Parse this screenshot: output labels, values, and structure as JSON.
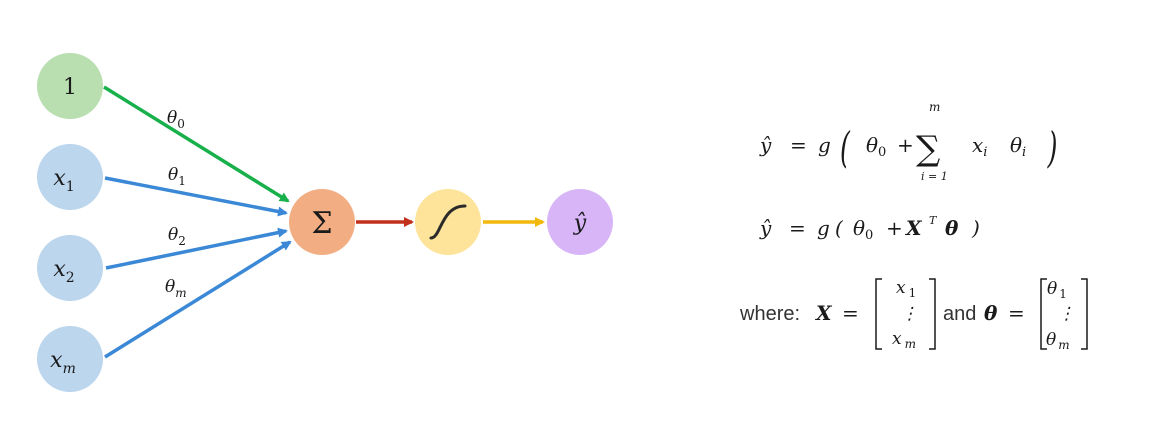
{
  "nodes": {
    "bias": "1",
    "x1": "x",
    "x1_sub": "1",
    "x2": "x",
    "x2_sub": "2",
    "xm": "x",
    "xm_sub": "m",
    "sum": "Σ",
    "output": "ŷ"
  },
  "weights": {
    "theta0": "θ",
    "theta0_sub": "0",
    "theta1": "θ",
    "theta1_sub": "1",
    "theta2": "θ",
    "theta2_sub": "2",
    "thetam": "θ",
    "thetam_sub": "m"
  },
  "colors": {
    "bias": "#b9deb0",
    "input": "#bcd6ee",
    "sum": "#f2ae82",
    "activation": "#fde49a",
    "output": "#d7b5f7",
    "bias_edge": "#17b04a",
    "input_edge": "#3a88d6",
    "sum_edge": "#c2301c",
    "act_edge": "#f2b90c"
  },
  "icons": {
    "activation": "sigmoid-curve-icon"
  },
  "equations": {
    "eq1": {
      "yhat": "ŷ",
      "eq": "=",
      "g": "g",
      "open": "(",
      "theta": "θ",
      "theta_sub": "0",
      "plus": "+",
      "sum": "∑",
      "sum_top": "m",
      "sum_bottom": "i = 1",
      "x": "x",
      "x_sub": "i",
      "th": "θ",
      "th_sub": "i",
      "close": ")"
    },
    "eq2": {
      "yhat": "ŷ",
      "eq": "=",
      "g": "g",
      "open": "(",
      "theta": "θ",
      "theta_sub": "0",
      "plus": "+",
      "X": "X",
      "T": "T",
      "th": "θ",
      "close": ")"
    },
    "eq3": {
      "where": "where:",
      "X": "X",
      "eq": "=",
      "x": "x",
      "x_sub1": "1",
      "dots": "⋮",
      "x_subm": "m",
      "and": "and",
      "th": "θ",
      "eq2": "=",
      "th1": "θ",
      "th_sub1": "1",
      "thm": "θ",
      "th_subm": "m"
    }
  }
}
